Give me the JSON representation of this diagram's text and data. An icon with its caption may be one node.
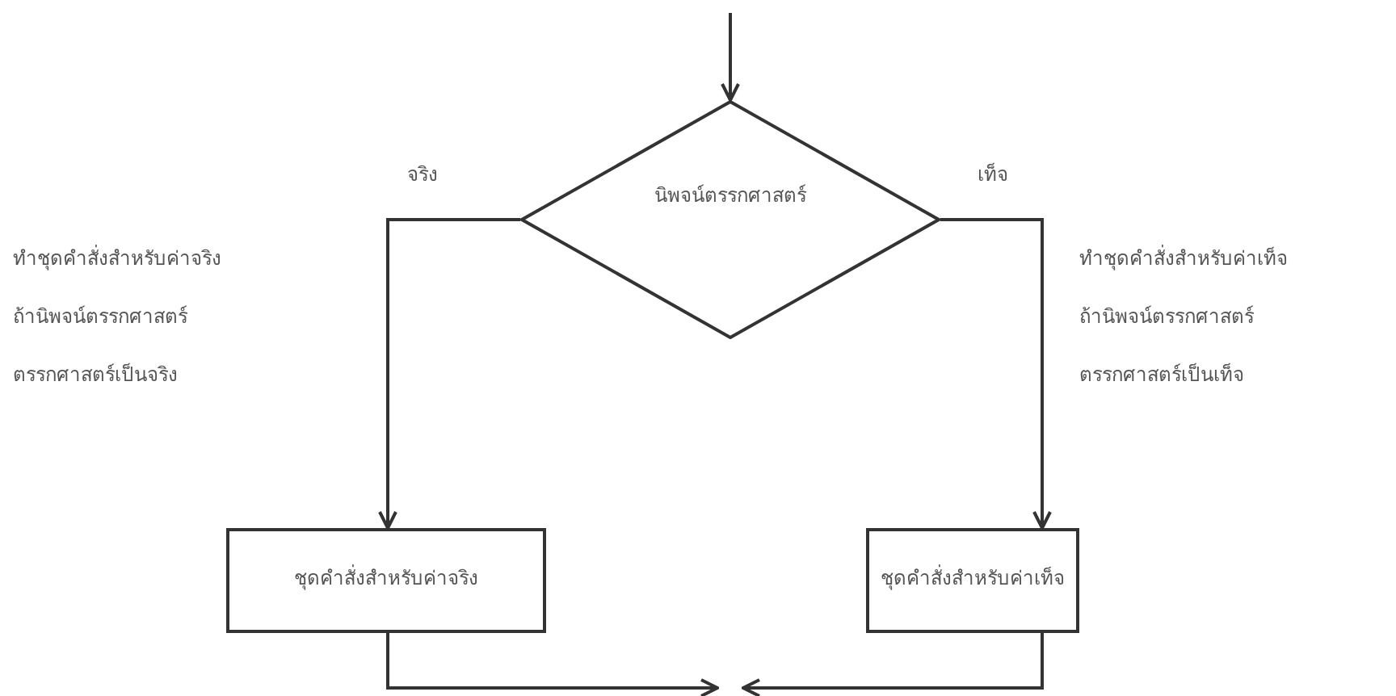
{
  "diagram": {
    "nodes": [
      {
        "text": [
          "นิพจน์ตรรกศาสตร์"
        ]
      },
      {
        "text": [
          "ชุดคำสั่งสำหรับค่าจริง"
        ]
      },
      {
        "text": [
          "ชุดคำสั่งสำหรับค่าเท็จ"
        ]
      }
    ],
    "edges": [
      {
        "from": null,
        "to": 0,
        "arrow": "to"
      },
      {
        "from": 0,
        "to": 1,
        "arrow": "to",
        "label": "จริง"
      },
      {
        "from": 0,
        "to": 2,
        "arrow": "to",
        "label": "เท็จ"
      },
      {
        "from": 1,
        "to": null,
        "arrow": "to"
      },
      {
        "from": 2,
        "to": null,
        "arrow": "to"
      }
    ],
    "labels": [
      "ทำชุดคำสั่งสำหรับค่าจริง",
      "ถ้านิพจน์ตรรกศาสตร์",
      "ตรรกศาสตร์เป็นจริง",
      "ทำชุดคำสั่งสำหรับค่าเท็จ",
      "ถ้านิพจน์ตรรกศาสตร์",
      "ตรรกศาสตร์เป็นเท็จ"
    ]
  }
}
